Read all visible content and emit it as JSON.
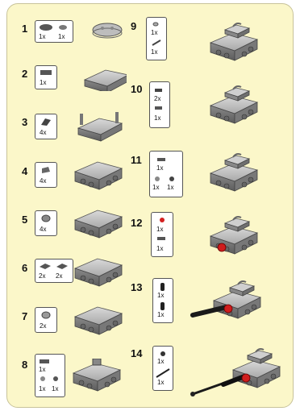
{
  "steps": [
    {
      "num": "1",
      "parts": [
        "1x",
        "1x"
      ]
    },
    {
      "num": "2",
      "parts": [
        "1x"
      ]
    },
    {
      "num": "3",
      "parts": [
        "4x"
      ]
    },
    {
      "num": "4",
      "parts": [
        "4x"
      ]
    },
    {
      "num": "5",
      "parts": [
        "4x"
      ]
    },
    {
      "num": "6",
      "parts": [
        "2x",
        "2x"
      ]
    },
    {
      "num": "7",
      "parts": [
        "2x"
      ]
    },
    {
      "num": "8",
      "parts": [
        "1x",
        "1x",
        "1x"
      ]
    },
    {
      "num": "9",
      "parts": [
        "1x",
        "1x"
      ]
    },
    {
      "num": "10",
      "parts": [
        "2x",
        "1x"
      ]
    },
    {
      "num": "11",
      "parts": [
        "1x",
        "1x",
        "1x"
      ]
    },
    {
      "num": "12",
      "parts": [
        "1x",
        "1x"
      ]
    },
    {
      "num": "13",
      "parts": [
        "1x",
        "1x"
      ]
    },
    {
      "num": "14",
      "parts": [
        "1x",
        "1x"
      ]
    }
  ]
}
